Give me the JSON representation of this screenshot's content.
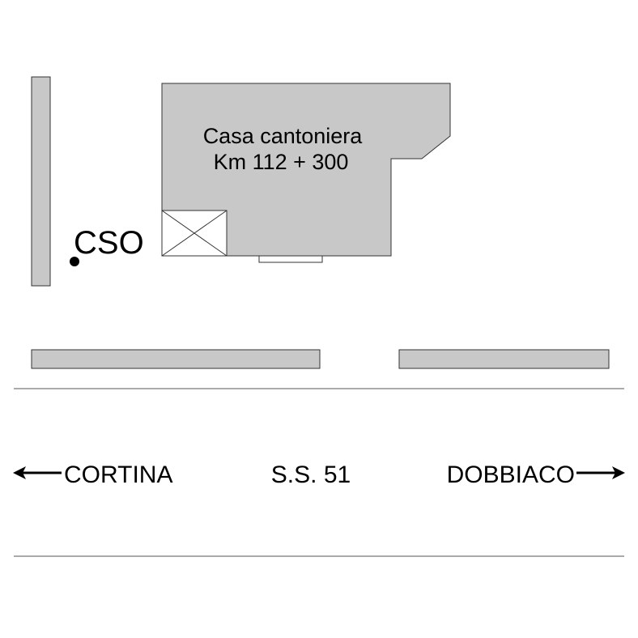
{
  "building": {
    "name": "Casa cantoniera",
    "km_marker": "Km 112 + 300"
  },
  "station": {
    "label": "CSO"
  },
  "road": {
    "name": "S.S. 51",
    "west_destination": "CORTINA",
    "east_destination": "DOBBIACO"
  },
  "colors": {
    "building_fill": "#c8c8c8",
    "wall_fill": "#c8c8c8",
    "stroke": "#333333",
    "text": "#000000"
  }
}
